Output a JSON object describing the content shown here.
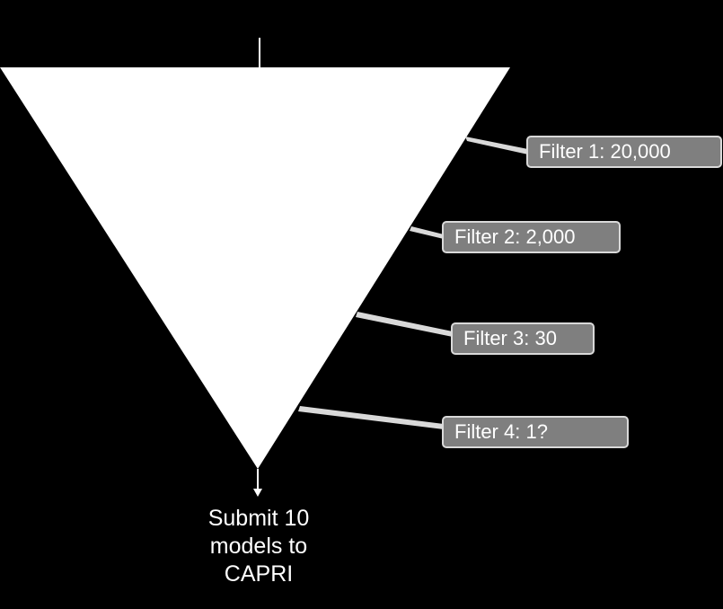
{
  "funnel": {
    "fill_color": "#ffffff",
    "connector_color": "#d9d9d9"
  },
  "filters": [
    {
      "label": "Filter 1: 20,000"
    },
    {
      "label": "Filter 2: 2,000"
    },
    {
      "label": "Filter 3: 30"
    },
    {
      "label": "Filter 4: 1?"
    }
  ],
  "result": {
    "lines": [
      "Submit 10",
      "models to",
      "CAPRI"
    ]
  },
  "colors": {
    "background": "#000000",
    "label_fill": "#7f7f7f",
    "label_border": "#d9d9d9",
    "text": "#ffffff"
  }
}
